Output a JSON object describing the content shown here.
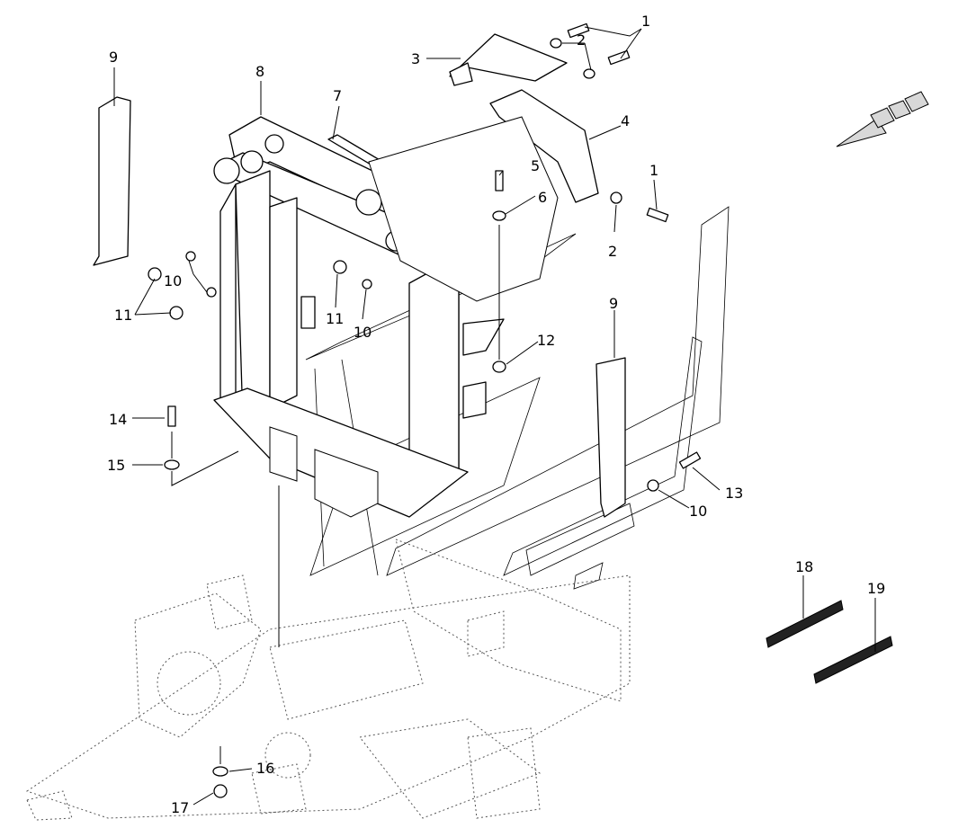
{
  "callouts": {
    "c1a": "1",
    "c1b": "1",
    "c2a": "2",
    "c2b": "2",
    "c3": "3",
    "c4": "4",
    "c5": "5",
    "c6": "6",
    "c7": "7",
    "c8": "8",
    "c9a": "9",
    "c9b": "9",
    "c10a": "10",
    "c10b": "10",
    "c10c": "10",
    "c11a": "11",
    "c11b": "11",
    "c12": "12",
    "c13": "13",
    "c14": "14",
    "c15": "15",
    "c16": "16",
    "c17": "17",
    "c18": "18",
    "c19": "19"
  },
  "icons": {
    "direction_arrow": "direction-arrow-icon",
    "watermark": "brand-logo-watermark"
  }
}
